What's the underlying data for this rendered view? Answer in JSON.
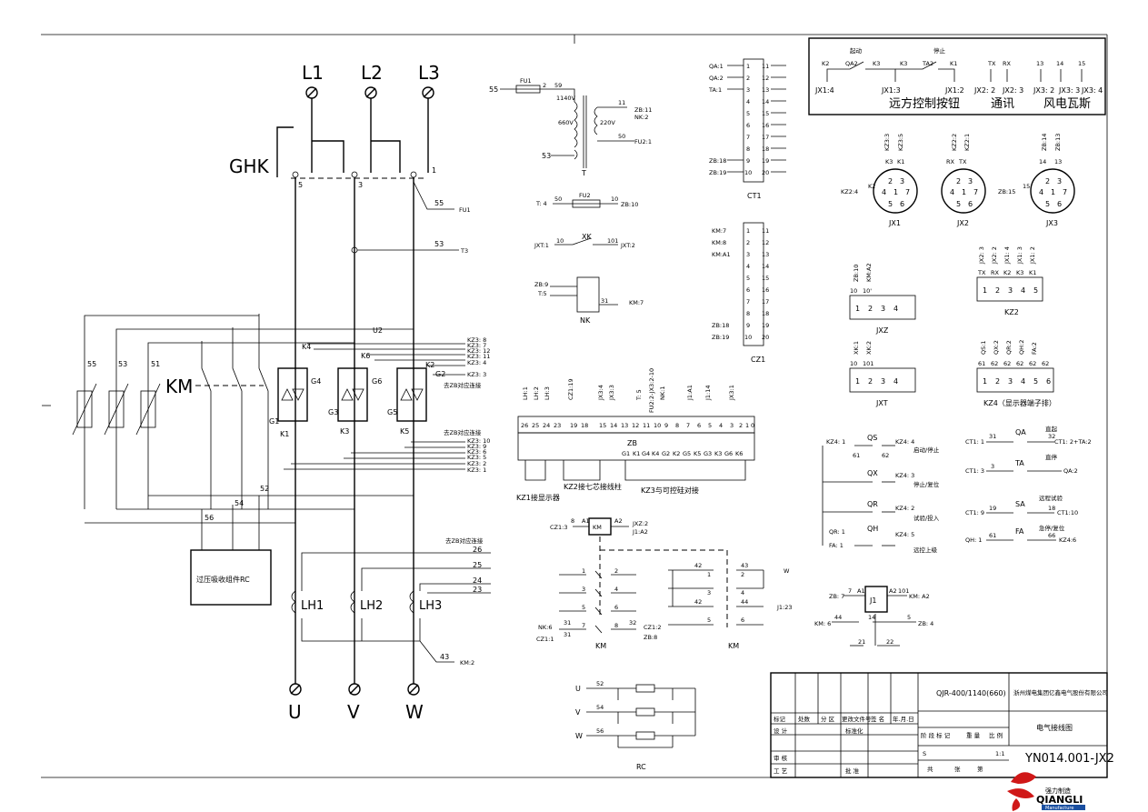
{
  "supply": {
    "l1": "L1",
    "l2": "L2",
    "l3": "L3",
    "ghk": "GHK"
  },
  "outputs": {
    "u": "U",
    "v": "V",
    "w": "W"
  },
  "main": {
    "km": "KM",
    "u2": "U2",
    "rc": "过压吸收组件RC",
    "lh1": "LH1",
    "lh2": "LH2",
    "lh3": "LH3",
    "res": [
      "55",
      "53",
      "51"
    ],
    "ghk_terms": [
      "5",
      "3",
      "1"
    ],
    "wire55": "55",
    "fu1": "FU1",
    "wire53": "53",
    "t3": "T3",
    "k": [
      "K4",
      "K6",
      "K2",
      "K1",
      "K3",
      "K5"
    ],
    "g": [
      "G4",
      "G6",
      "G2",
      "G1",
      "G3",
      "G5"
    ],
    "kz_top": [
      "KZ3: 8",
      "KZ3: 7",
      "KZ3: 12",
      "KZ3: 11",
      "KZ3: 4",
      "KZ3: 3"
    ],
    "to_zb1": "去ZB对应连接",
    "to_zb2": "去ZB对应连接",
    "kz_bot": [
      "KZ3: 10",
      "KZ3: 9",
      "KZ3: 6",
      "KZ3: 5",
      "KZ3: 2",
      "KZ3: 1"
    ],
    "n54": "54",
    "n52": "52",
    "n56": "56",
    "to_zb3": "去ZB对应连接",
    "ct": [
      "26",
      "25",
      "24",
      "23"
    ],
    "w43": "43",
    "km2": "KM:2"
  },
  "transformer": {
    "w55": "55",
    "fu1": "FU1",
    "n2": "2",
    "n59": "59",
    "v1140": "1140V",
    "v660": "660V",
    "v220": "220V",
    "n53": "53",
    "t": "T",
    "n11": "11",
    "zb11": "ZB:11",
    "nk2": "NK:2",
    "n50": "50",
    "fu21": "FU2:1"
  },
  "fu2": {
    "t4": "T: 4",
    "n50": "50",
    "fu2": "FU2",
    "n10": "10",
    "zb10": "ZB:10"
  },
  "xk": {
    "jxt1": "JXT:1",
    "n10": "10",
    "xk": "XK",
    "n101": "101",
    "jxt2": "JXT:2"
  },
  "nk": {
    "zb9": "ZB:9",
    "t5": "T:5",
    "n31": "31",
    "km7": "KM:7",
    "nk": "NK"
  },
  "cz1": {
    "title": "CT1",
    "left_labels": [
      "QA:1",
      "QA:2",
      "TA:1",
      "",
      "",
      "",
      "",
      "",
      "ZB:18",
      "ZB:19"
    ],
    "left_nums": [
      "1",
      "2",
      "3",
      "4",
      "5",
      "6",
      "7",
      "8",
      "9",
      "10"
    ],
    "right_nums": [
      "11",
      "12",
      "13",
      "14",
      "15",
      "16",
      "17",
      "18",
      "19",
      "20"
    ]
  },
  "cz2": {
    "title": "CZ1",
    "left_labels": [
      "KM:7",
      "KM:8",
      "KM:A1",
      "",
      "",
      "",
      "",
      "",
      "ZB:18",
      "ZB:19"
    ]
  },
  "remote": {
    "k2": "K2",
    "qa2": "QA2",
    "k3a": "K3",
    "k3b": "K3",
    "ta2": "TA2",
    "k1": "K1",
    "start": "起动",
    "stop": "停止",
    "tx": "TX",
    "rx": "RX",
    "n13": "13",
    "n14": "14",
    "n15": "15",
    "jx14": "JX1:4",
    "jx13": "JX1:3",
    "jx12": "JX1:2",
    "jx22": "JX2: 2",
    "jx23": "JX2: 3",
    "jx32": "JX3: 2",
    "jx33": "JX3: 3",
    "jx34": "JX3: 4",
    "cap1": "远方控制按钮",
    "cap2": "通讯",
    "cap3": "风电瓦斯"
  },
  "jx": {
    "jx1": "JX1",
    "jx2": "JX2",
    "jx3": "JX3",
    "jx1_top": [
      "KZ3:3",
      "KZ3:5"
    ],
    "jx2_top": [
      "KZ2:2",
      "KZ2:1"
    ],
    "jx3_top": [
      "ZB:14",
      "ZB:13"
    ],
    "kz24": "KZ2:4",
    "zb15": "ZB:15",
    "k3": "K3",
    "k1": "K1",
    "k2": "K2",
    "rx": "RX",
    "tx": "TX",
    "n14": "14",
    "n13": "13",
    "n15": "15"
  },
  "kz2": {
    "title": "KZ2",
    "tops": [
      "JX2: 3",
      "JX2: 2",
      "JX1: 4",
      "JX1: 3",
      "JX1: 2"
    ],
    "sub": [
      "TX",
      "RX",
      "K2",
      "K3",
      "K1"
    ]
  },
  "jxz": {
    "title": "JXZ",
    "tops": [
      "ZB:10",
      "KM:A2"
    ],
    "sub": [
      "10",
      "10'"
    ]
  },
  "jxt": {
    "title": "JXT",
    "tops": [
      "XK:1",
      "XK:2"
    ],
    "sub": [
      "10",
      "101"
    ]
  },
  "kz4": {
    "title": "KZ4（显示器端子排）",
    "tops": [
      "QS:1",
      "QX:2",
      "QR:2",
      "QH:2",
      "FA:2"
    ],
    "sub": [
      "61",
      "62",
      "62",
      "62",
      "62",
      "62"
    ]
  },
  "zb": {
    "title": "ZB",
    "cap1": "KZ1接显示器",
    "cap2": "KZ2接七芯接线柱",
    "cap3": "KZ3与可控硅对接",
    "nums": [
      "26",
      "25",
      "24",
      "23",
      "19",
      "18",
      "15",
      "14",
      "13",
      "12",
      "11",
      "10",
      "9",
      "8",
      "7",
      "6",
      "5",
      "4",
      "3",
      "2",
      "1",
      "0"
    ],
    "bot": [
      "G1",
      "K1",
      "G4",
      "K4",
      "G2",
      "K2",
      "G5",
      "K5",
      "G3",
      "K3",
      "G6",
      "K6"
    ],
    "tops": [
      "LH:1",
      "LH:2",
      "LH:3",
      "CZ1:19",
      "JX3:4",
      "JX3:3",
      "T: 5",
      "FU2:2-JX3:2-10",
      "NK:1",
      "J1:A1",
      "J1:14",
      "JX3:1"
    ]
  },
  "km_coil": {
    "cz13": "CZ1:3",
    "km": "KM",
    "jxz2": "JXZ:2",
    "j1a2": "J1:A2",
    "a1": "A1",
    "a2": "A2",
    "n8": "8"
  },
  "km_contacts": {
    "left_nums": [
      [
        "1",
        "2"
      ],
      [
        "3",
        "4"
      ],
      [
        "5",
        "6"
      ],
      [
        "7",
        "8"
      ]
    ],
    "right_nums": [
      [
        "42",
        "43"
      ],
      [
        "1",
        "2"
      ],
      [
        "3",
        "4"
      ],
      [
        "42",
        "44"
      ],
      [
        "5",
        "6"
      ]
    ],
    "nk6": "NK:6",
    "cz11": "CZ1:1",
    "n31a": "31",
    "n31b": "31",
    "n32": "32",
    "cz12": "CZ1:2",
    "zb8": "ZB:8",
    "w": "W",
    "j123": "J1:23",
    "km1": "KM",
    "km2": "KM"
  },
  "j1": {
    "zb7": "ZB: 7",
    "n7": "7",
    "a1": "A1",
    "j1": "J1",
    "a2": "A2",
    "n101": "101",
    "kma2": "KM: A2",
    "km6": "KM: 6",
    "n44": "44",
    "n14": "14",
    "n5": "5",
    "zb4": "ZB: 4",
    "n21": "21",
    "n22": "22"
  },
  "ctrl": {
    "kz41": "KZ4: 1",
    "qr1": "QR: 1",
    "fa1": "FA: 1",
    "qs": "QS",
    "qx": "QX",
    "qr": "QR",
    "qh": "QH",
    "qs_r": "KZ4: 4",
    "qx_r": "KZ4: 3",
    "qr_r": "KZ4: 2",
    "qh_r": "KZ4: 5",
    "qs_c": "启动/停止",
    "qx_c": "停止/复位",
    "qr_c": "试验/投入",
    "qh_c": "远控上级",
    "nums": [
      "61",
      "62"
    ]
  },
  "ctrl2": {
    "ct1a": "CT1: 1",
    "ct1b": "CT1: 3",
    "ct1c": "CT1: 9",
    "qh1": "QH: 1",
    "qa": "QA",
    "ta": "TA",
    "sa": "SA",
    "fa": "FA",
    "qa_c": "直起",
    "ta_c": "直停",
    "sa_c": "远程试验",
    "fa_c": "急停/复位",
    "qa_r": "CT1: 2+TA:2",
    "ta_r": "QA:2",
    "sa_r": "CT1:10",
    "fa_r": "KZ4:6",
    "n31": "31",
    "n32": "32",
    "n3": "3",
    "n19": "19",
    "n18": "18",
    "n61": "61",
    "n66": "66"
  },
  "rc": {
    "u": "U",
    "v": "V",
    "w": "W",
    "n52": "52",
    "n54": "54",
    "n56": "56",
    "rc": "RC"
  },
  "title_block": {
    "model": "QJR-400/1140(660)",
    "company": "浙州煤电集团亿鑫电气股份有限公司",
    "drawing": "电气接线图",
    "code": "YN014.001-JX2",
    "h1": [
      "标记",
      "处数",
      "分 区",
      "更改文件号",
      "签 名",
      "年.月.日"
    ],
    "design": "设 计",
    "std": "标准化",
    "stage": "阶 段 标 记",
    "weight": "重 量",
    "scale": "比 例",
    "check": "审 核",
    "craft": "工 艺",
    "approve": "批 准",
    "s": "S",
    "ratio": "1:1",
    "total": "共",
    "sheets": "张",
    "page": "第"
  },
  "logo": {
    "brand": "QIANGLI",
    "cn": "强力制造",
    "sub": "Manufacture"
  }
}
